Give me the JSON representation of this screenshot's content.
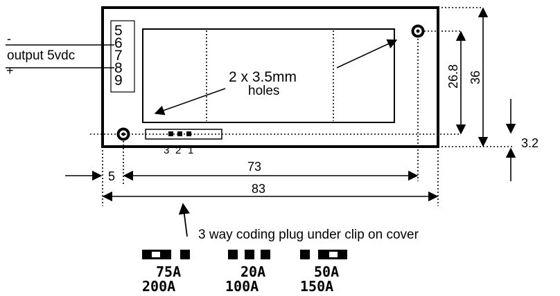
{
  "pins": [
    "5",
    "6",
    "7",
    "8",
    "9"
  ],
  "output": {
    "minus": "-",
    "plus": "+",
    "label": "output 5vdc"
  },
  "holes_label": {
    "line1": "2 x 3.5mm",
    "line2": "holes"
  },
  "plug_numbers": [
    "3",
    "2",
    "1"
  ],
  "dimensions": {
    "height_inner": "26.8",
    "height_total": "36",
    "offset": "3.2",
    "left_offset": "5",
    "hole_spacing": "73",
    "total_width": "83"
  },
  "coding_note": "3 way coding plug under clip on cover",
  "coding_options": [
    {
      "top": "75A",
      "bottom": "200A"
    },
    {
      "top": "20A",
      "bottom": "100A"
    },
    {
      "top": "50A",
      "bottom": "150A"
    }
  ]
}
